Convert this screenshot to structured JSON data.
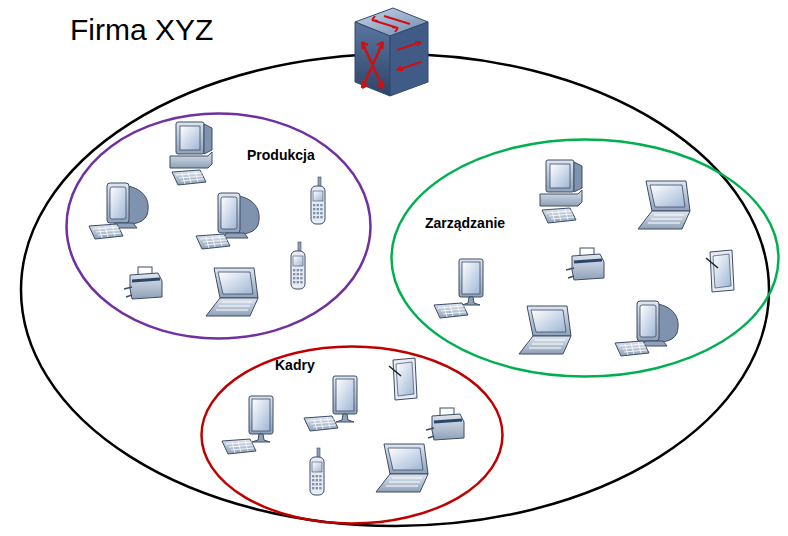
{
  "diagram": {
    "title": "Firma XYZ",
    "nodes": [
      {
        "text": [
          "Produkcja"
        ]
      },
      {
        "text": [
          "Zarządzanie"
        ]
      },
      {
        "text": [
          "Kadry"
        ]
      }
    ]
  }
}
